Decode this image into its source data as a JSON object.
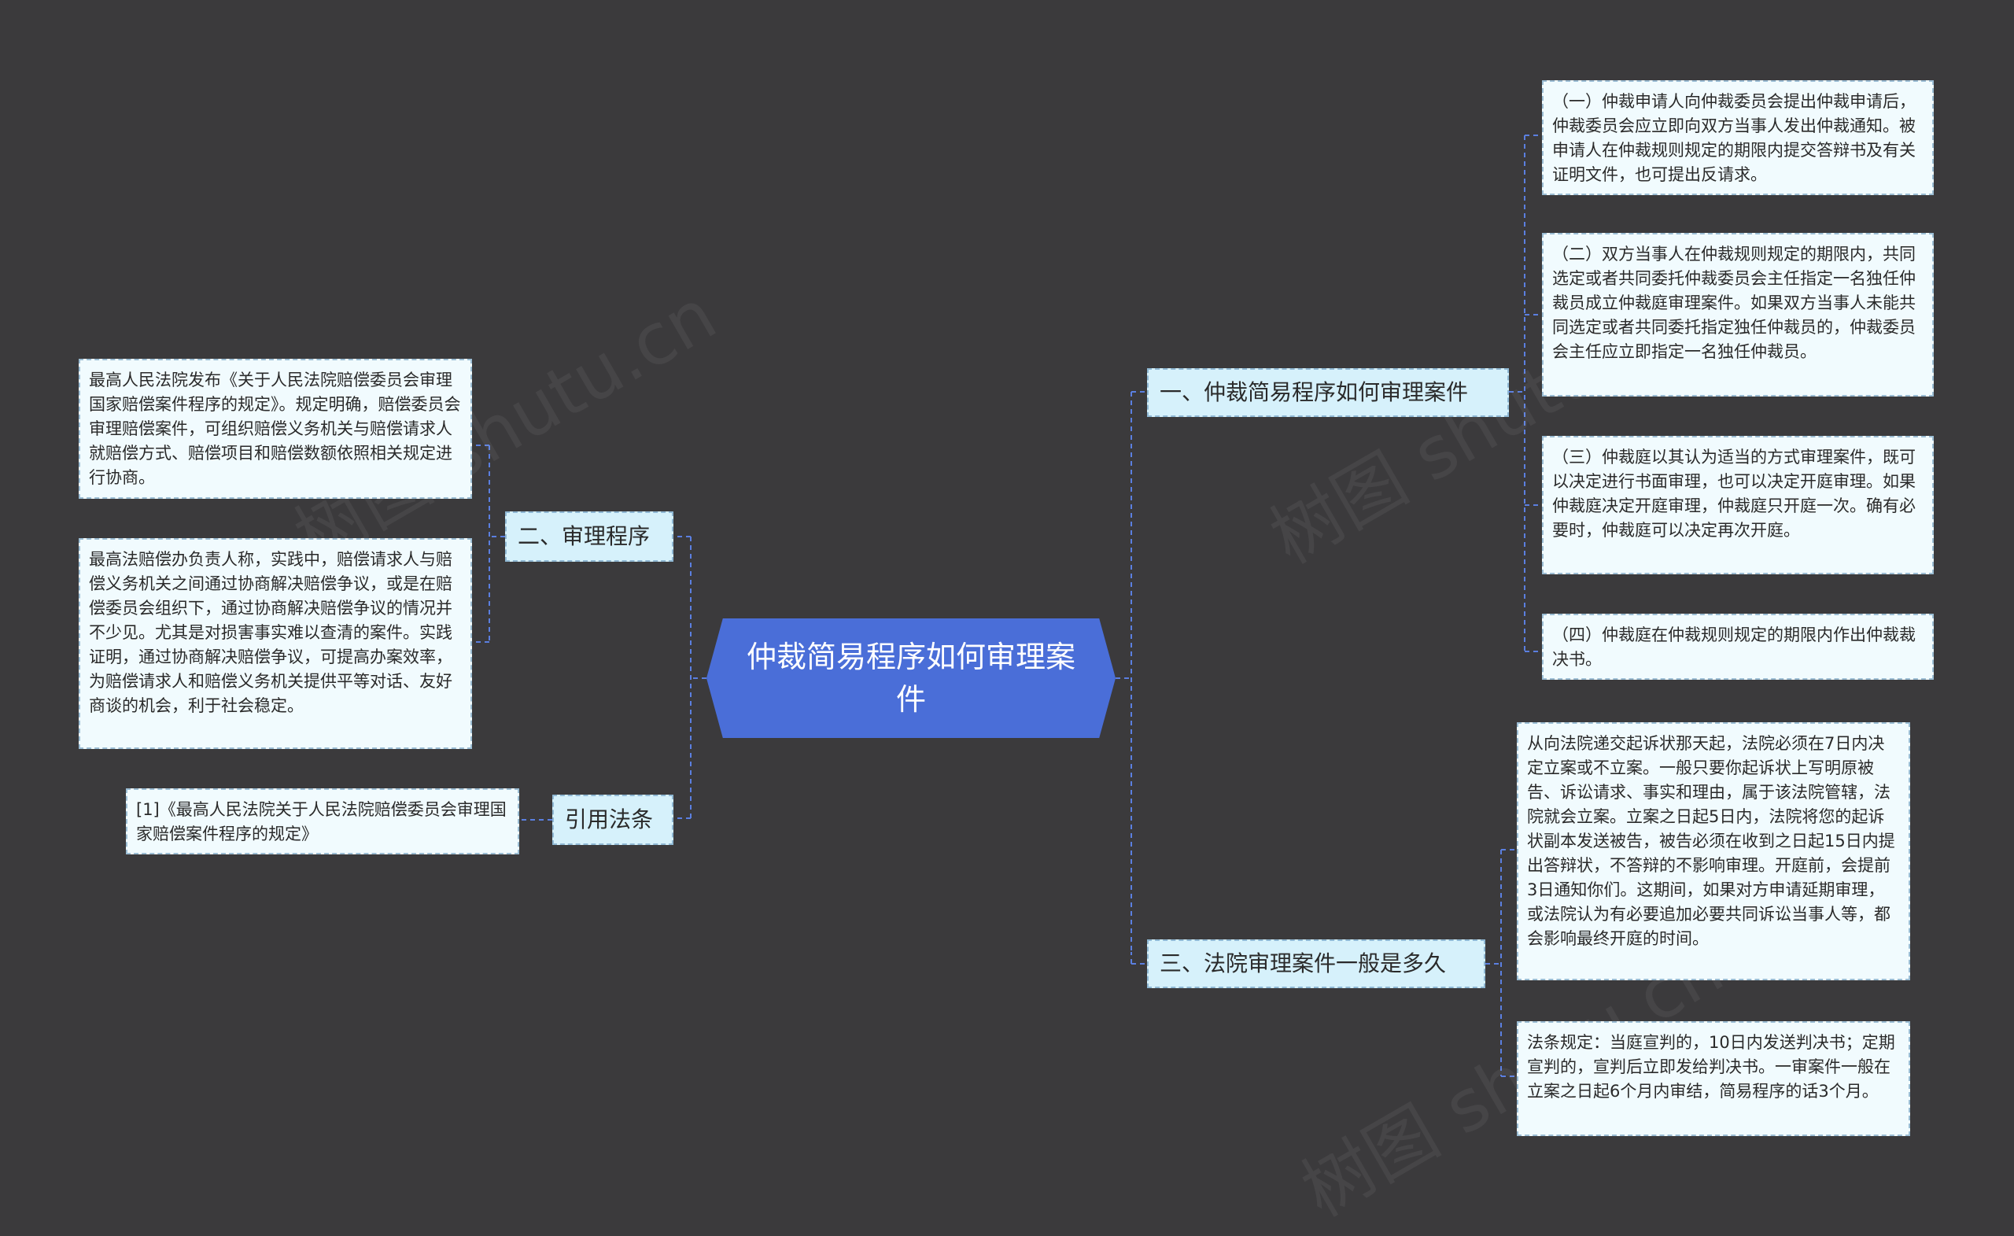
{
  "root": {
    "label": "仲裁简易程序如何审理案件"
  },
  "branches": {
    "b1": {
      "label": "一、仲裁简易程序如何审理案件"
    },
    "b2": {
      "label": "二、审理程序"
    },
    "b3": {
      "label": "三、法院审理案件一般是多久"
    },
    "b4": {
      "label": "引用法条"
    }
  },
  "leaves": {
    "b1_1": "（一）仲裁申请人向仲裁委员会提出仲裁申请后，仲裁委员会应立即向双方当事人发出仲裁通知。被申请人在仲裁规则规定的期限内提交答辩书及有关证明文件，也可提出反请求。",
    "b1_2": "（二）双方当事人在仲裁规则规定的期限内，共同选定或者共同委托仲裁委员会主任指定一名独任仲裁员成立仲裁庭审理案件。如果双方当事人未能共同选定或者共同委托指定独任仲裁员的，仲裁委员会主任应立即指定一名独任仲裁员。",
    "b1_3": "（三）仲裁庭以其认为适当的方式审理案件，既可以决定进行书面审理，也可以决定开庭审理。如果仲裁庭决定开庭审理，仲裁庭只开庭一次。确有必要时，仲裁庭可以决定再次开庭。",
    "b1_4": "（四）仲裁庭在仲裁规则规定的期限内作出仲裁裁决书。",
    "b2_1": "最高人民法院发布《关于人民法院赔偿委员会审理国家赔偿案件程序的规定》。规定明确，赔偿委员会审理赔偿案件，可组织赔偿义务机关与赔偿请求人就赔偿方式、赔偿项目和赔偿数额依照相关规定进行协商。",
    "b2_2": "最高法赔偿办负责人称，实践中，赔偿请求人与赔偿义务机关之间通过协商解决赔偿争议，或是在赔偿委员会组织下，通过协商解决赔偿争议的情况并不少见。尤其是对损害事实难以查清的案件。实践证明，通过协商解决赔偿争议，可提高办案效率，为赔偿请求人和赔偿义务机关提供平等对话、友好商谈的机会，利于社会稳定。",
    "b3_1": "从向法院递交起诉状那天起，法院必须在7日内决定立案或不立案。一般只要你起诉状上写明原被告、诉讼请求、事实和理由，属于该法院管辖，法院就会立案。立案之日起5日内，法院将您的起诉状副本发送被告，被告必须在收到之日起15日内提出答辩状，不答辩的不影响审理。开庭前，会提前3日通知你们。这期间，如果对方申请延期审理，或法院认为有必要追加必要共同诉讼当事人等，都会影响最终开庭的时间。",
    "b3_2": "法条规定：当庭宣判的，10日内发送判决书；定期宣判的，宣判后立即发给判决书。一审案件一般在立案之日起6个月内审结，简易程序的话3个月。",
    "b4_1": "[1]《最高人民法院关于人民法院赔偿委员会审理国家赔偿案件程序的规定》"
  },
  "colors": {
    "background": "#3b3a3c",
    "root_fill": "#4a6ed8",
    "branch_fill": "#d6f1fb",
    "leaf_fill": "#f1fbfe",
    "connector": "#5b7fe0"
  }
}
